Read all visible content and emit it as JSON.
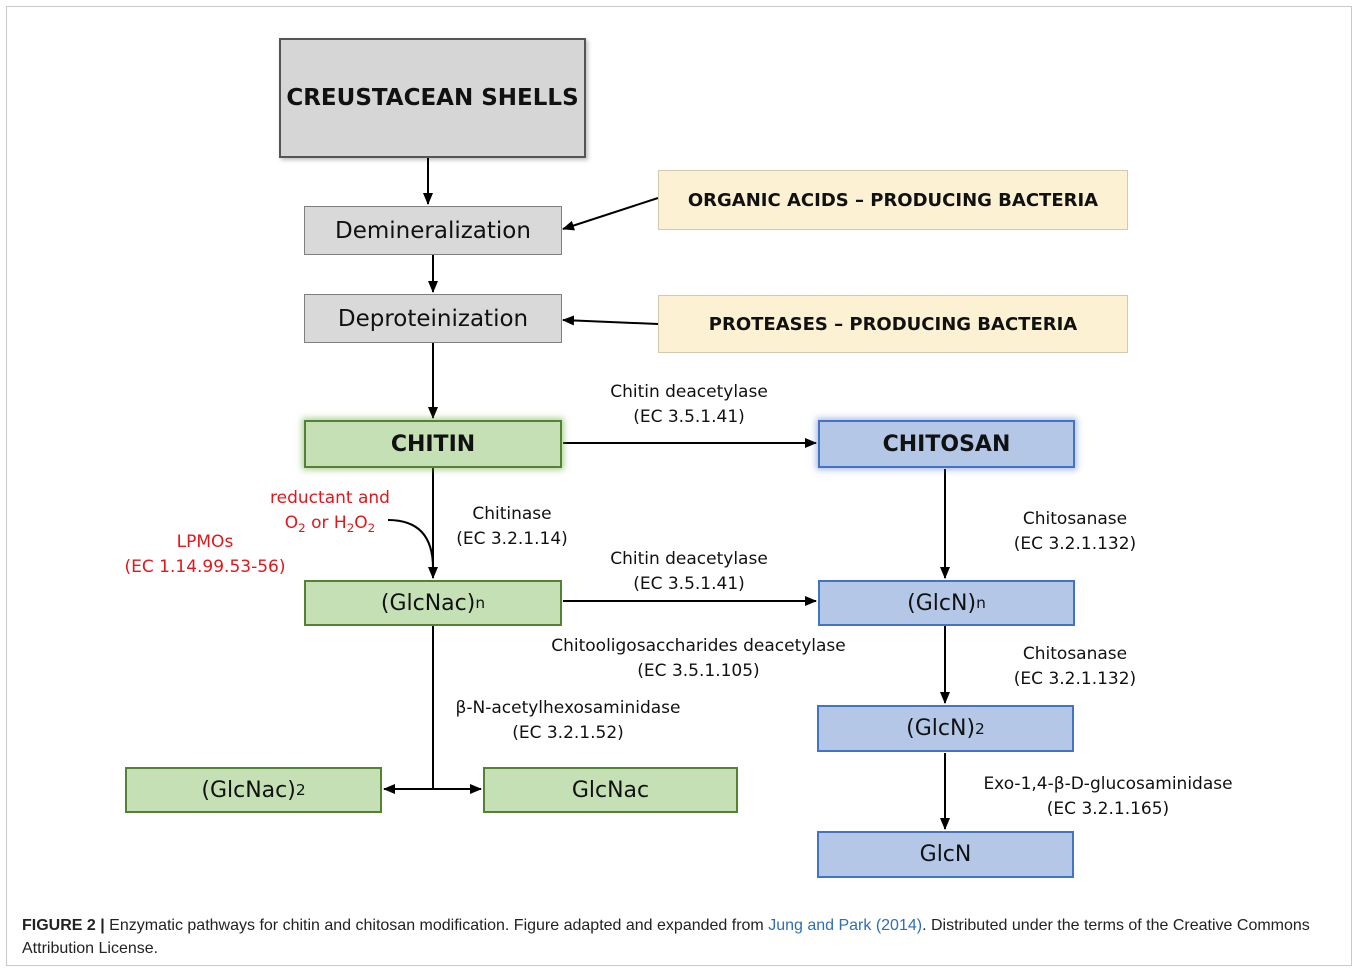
{
  "nodes": {
    "crustacean": "CREUSTACEAN SHELLS",
    "demineralization": "Demineralization",
    "deproteinization": "Deproteinization",
    "organic_acids": "ORGANIC ACIDS – PRODUCING BACTERIA",
    "proteases": "PROTEASES – PRODUCING BACTERIA",
    "chitin": "CHITIN",
    "chitosan": "CHITOSAN",
    "glcnac_n": {
      "main": "(GlcNac)",
      "sub": "n"
    },
    "glcn_n": {
      "main": "(GlcN)",
      "sub": "n"
    },
    "glcn_2": {
      "main": "(GlcN)",
      "sub": "2"
    },
    "glcnac_2": {
      "main": "(GlcNac)",
      "sub": "2"
    },
    "glcnac": "GlcNac",
    "glcn": "GlcN"
  },
  "enzymes": {
    "chitin_deacetylase_1": {
      "name": "Chitin deacetylase",
      "ec": "(EC 3.5.1.41)"
    },
    "chitinase": {
      "name": "Chitinase",
      "ec": "(EC 3.2.1.14)"
    },
    "chitin_deacetylase_2": {
      "name": "Chitin deacetylase",
      "ec": "(EC 3.5.1.41)"
    },
    "chitosanase_1": {
      "name": "Chitosanase",
      "ec": "(EC 3.2.1.132)"
    },
    "chitooligo": {
      "name": "Chitooligosaccharides deacetylase",
      "ec": "(EC 3.5.1.105)"
    },
    "chitosanase_2": {
      "name": "Chitosanase",
      "ec": "(EC 3.2.1.132)"
    },
    "hexosaminidase": {
      "name": "β-N-acetylhexosaminidase",
      "ec": "(EC 3.2.1.52)"
    },
    "exo_glucosaminidase": {
      "name": "Exo-1,4-β-D-glucosaminidase",
      "ec": "(EC 3.2.1.165)"
    },
    "lpmo": {
      "name": "LPMOs",
      "ec": "(EC 1.14.99.53-56)"
    },
    "reductant": {
      "line1": "reductant and",
      "o2": "O",
      "o2_sub": "2",
      "or": " or H",
      "h2": "2",
      "o": "O",
      "o_sub": "2"
    }
  },
  "caption": {
    "figure": "FIGURE 2 |",
    "text1": " Enzymatic pathways for chitin and chitosan modification. Figure adapted and expanded from ",
    "ref": "Jung and Park (2014)",
    "text2": ". Distributed under the terms of the Creative Commons Attribution License."
  },
  "colors": {
    "green_fill": "#c5e0b4",
    "green_border": "#548235",
    "blue_fill": "#b4c7e7",
    "blue_border": "#4472c4",
    "yellow_fill": "#fdf1d3",
    "gray_fill": "#d9d9d9",
    "lpmo_red": "#e3161b"
  }
}
